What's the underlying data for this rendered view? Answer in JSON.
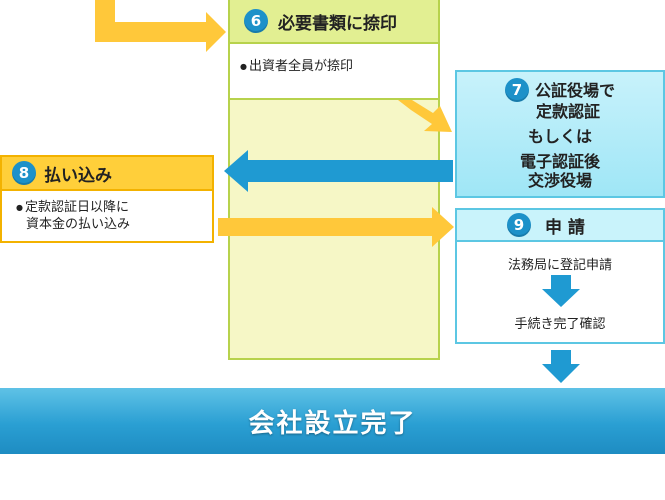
{
  "steps": {
    "s6": {
      "number": "6",
      "title": "必要書類に捺印",
      "bullet": "出資者全員が捺印"
    },
    "s7": {
      "number": "7",
      "line1": "公証役場で",
      "line2": "定款認証",
      "line3": "もしくは",
      "line4": "電子認証後",
      "line5": "交渉役場"
    },
    "s8": {
      "number": "8",
      "title": "払い込み",
      "bullet_line1": "定款認証日以降に",
      "bullet_line2": "資本金の払い込み"
    },
    "s9": {
      "number": "9",
      "title": "申 請",
      "item1": "法務局に登記申請",
      "item2": "手続き完了確認"
    }
  },
  "final": {
    "label": "会社設立完了"
  },
  "colors": {
    "yellow": "#ffc83a",
    "blue": "#1f9ad2",
    "green_light": "#e2ef92",
    "cyan_light": "#c9f3fb"
  },
  "bullet_glyph": "●"
}
